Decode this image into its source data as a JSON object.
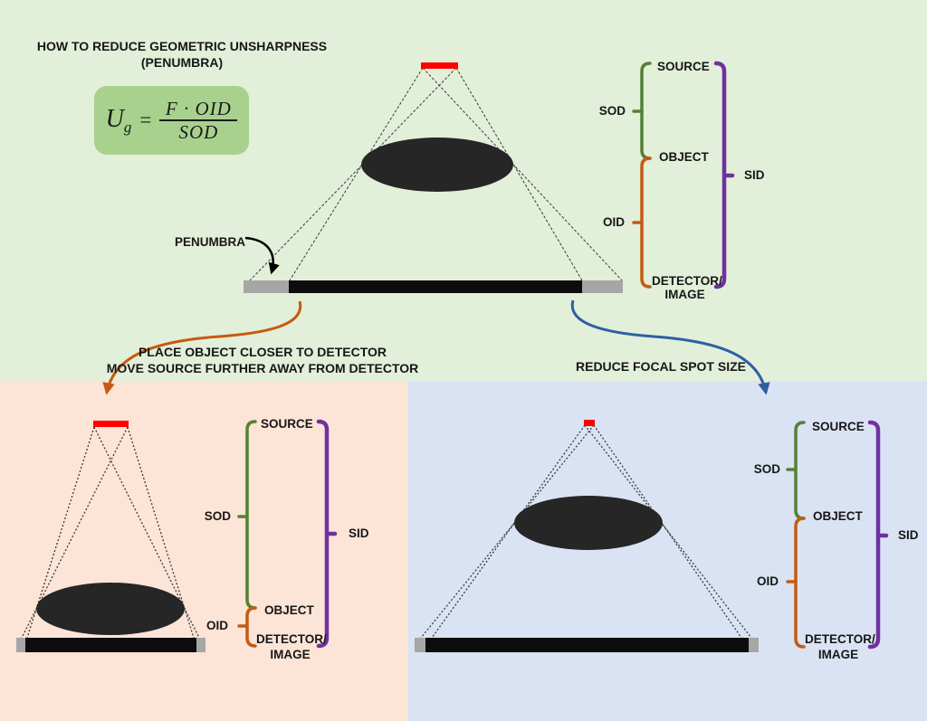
{
  "colors": {
    "background_green": "#E2EFD9",
    "background_peach": "#FCE4D6",
    "background_lavender": "#DAE3F3",
    "formula_box_green": "#A9D18E",
    "source_red": "#FF0000",
    "object_fill": "#262626",
    "detector_black": "#0D0D0D",
    "penumbra_gray": "#A6A6A6",
    "bracket_green": "#538135",
    "bracket_orange": "#C55A11",
    "bracket_purple": "#7030A0",
    "arrow_orange": "#C55A11",
    "arrow_blue": "#2E5FA3",
    "arrow_black": "#000000",
    "ray_gray": "#3A3A3A"
  },
  "header": {
    "title_line1": "HOW TO REDUCE GEOMETRIC UNSHARPNESS",
    "title_line2": "(PENUMBRA)"
  },
  "formula": {
    "lhs_symbol": "U",
    "lhs_subscript": "g",
    "equals_sign": "=",
    "numerator": "F · OID",
    "denominator": "SOD"
  },
  "top_diagram": {
    "penumbra_label": "PENUMBRA",
    "scale": {
      "source_label": "SOURCE",
      "sod_label": "SOD",
      "object_label": "OBJECT",
      "oid_label": "OID",
      "detector_label_line1": "DETECTOR/",
      "detector_label_line2": "IMAGE",
      "sid_label": "SID"
    }
  },
  "left_panel": {
    "instruction_line1": "PLACE OBJECT CLOSER TO DETECTOR",
    "instruction_line2": "MOVE SOURCE FURTHER AWAY FROM DETECTOR",
    "scale": {
      "source_label": "SOURCE",
      "sod_label": "SOD",
      "object_label": "OBJECT",
      "oid_label": "OID",
      "detector_label_line1": "DETECTOR/",
      "detector_label_line2": "IMAGE",
      "sid_label": "SID"
    }
  },
  "right_panel": {
    "instruction": "REDUCE FOCAL SPOT SIZE",
    "scale": {
      "source_label": "SOURCE",
      "sod_label": "SOD",
      "object_label": "OBJECT",
      "oid_label": "OID",
      "detector_label_line1": "DETECTOR/",
      "detector_label_line2": "IMAGE",
      "sid_label": "SID"
    }
  }
}
